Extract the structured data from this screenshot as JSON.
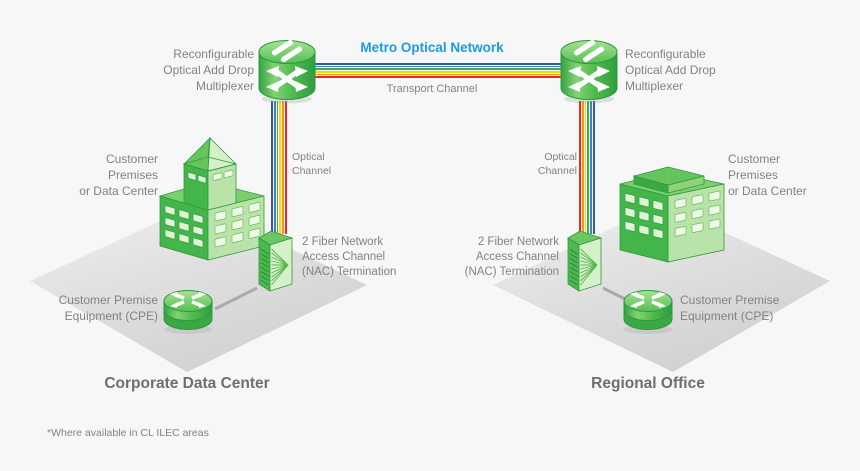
{
  "colors": {
    "background": "#f7f7f7",
    "metro_blue": "#1b9ce1",
    "label_gray": "#808285",
    "caption_gray": "#6d6e71",
    "icon_green_dark": "#44b54a",
    "icon_green_light": "#b9e3a8",
    "platform_gray": "#d9d9d9",
    "connector_gray": "#a7a9ac",
    "fiber_stripes": [
      "#3a57a7",
      "#3f7fc6",
      "#3fae49",
      "#ffd400",
      "#f7941d",
      "#ee2724"
    ]
  },
  "network": {
    "title": "Metro Optical Network",
    "transport_channel_label": "Transport Channel"
  },
  "left_site": {
    "roadm_label": "Reconfigurable\nOptical Add Drop\nMultiplexer",
    "optical_channel_label": "Optical\nChannel",
    "premises_label": "Customer\nPremises\nor Data Center",
    "nac_label": "2 Fiber Network\nAccess Channel\n(NAC) Termination",
    "cpe_label": "Customer Premise\nEquipment (CPE)",
    "caption": "Corporate Data Center"
  },
  "right_site": {
    "roadm_label": "Reconfigurable\nOptical Add Drop\nMultiplexer",
    "optical_channel_label": "Optical\nChannel",
    "premises_label": "Customer\nPremises\nor Data Center",
    "nac_label": "2 Fiber Network\nAccess Channel\n(NAC) Termination",
    "cpe_label": "Customer Premise\nEquipment (CPE)",
    "caption": "Regional Office"
  },
  "footnote": "*Where available in CL ILEC areas",
  "icons": {
    "roadm": "optical-crossconnect-cylinder-icon",
    "cpe": "router-arrows-icon",
    "nac": "fiber-fanout-chassis-icon",
    "building_left": "two-tier-office-building-icon",
    "building_right": "office-building-flat-roof-icon",
    "platform": "isometric-floor-tile",
    "fiber": "rainbow-wdm-fiber-line"
  }
}
